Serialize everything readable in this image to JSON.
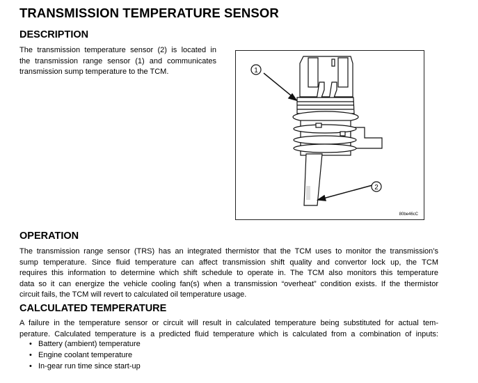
{
  "title": "TRANSMISSION TEMPERATURE SENSOR",
  "description": {
    "heading": "DESCRIPTION",
    "lines": [
      "The transmission temperature sensor (2) is located in",
      "the transmission range sensor (1) and communicates",
      "transmission sump temperature to the TCM."
    ]
  },
  "figure": {
    "callout_1": "1",
    "callout_2": "2",
    "figure_id": "80be46cC"
  },
  "operation": {
    "heading": "OPERATION",
    "lines": [
      "The transmission range sensor (TRS) has an integrated thermistor that the TCM uses to monitor the transmission’s",
      "sump temperature. Since fluid temperature can affect transmission shift quality and convertor lock up, the TCM",
      "requires this information to determine which shift schedule to operate in. The TCM also monitors this temperature",
      "data so it can energize the vehicle cooling fan(s) when a transmission “overheat” condition exists. If the thermistor",
      "circuit fails, the TCM will revert to calculated oil temperature usage."
    ]
  },
  "calculated": {
    "heading": "CALCULATED TEMPERATURE",
    "lines": [
      "A failure in the temperature sensor or circuit will result in calculated temperature being substituted for actual tem-",
      "perature. Calculated temperature is a predicted fluid temperature which is calculated from a combination of inputs:"
    ],
    "bullets": [
      "Battery (ambient) temperature",
      "Engine coolant temperature",
      "In-gear run time since start-up"
    ]
  }
}
